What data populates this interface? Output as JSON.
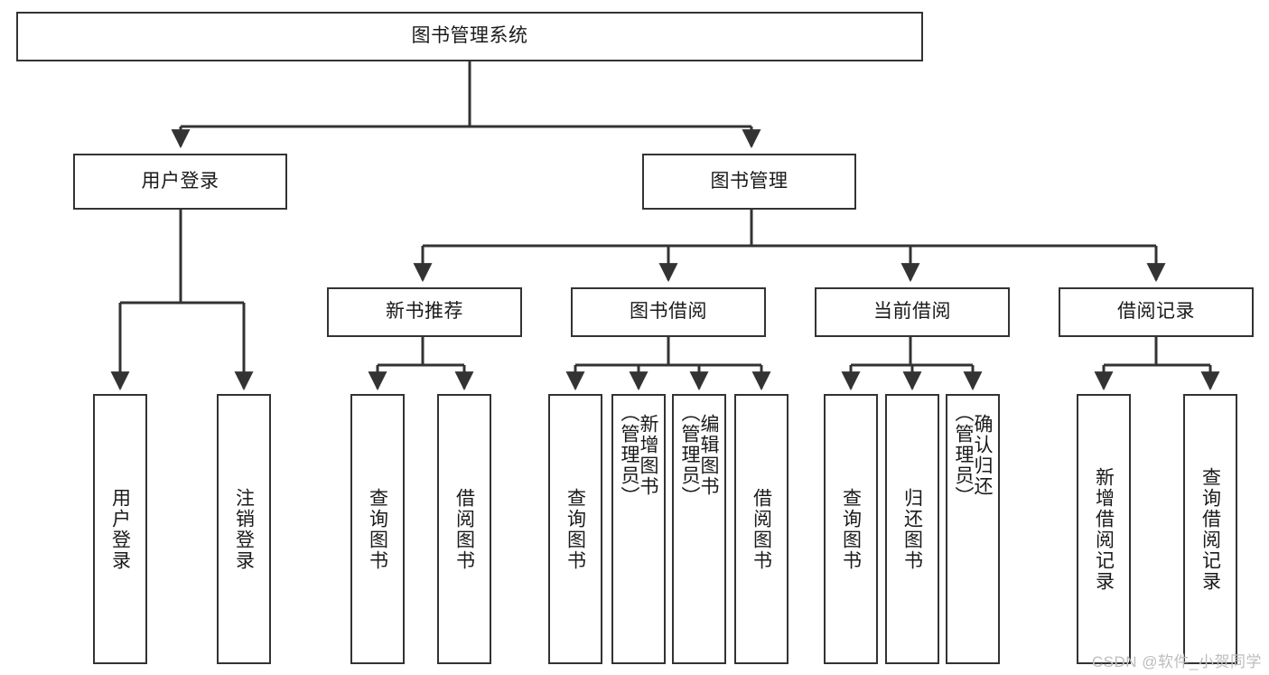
{
  "diagram": {
    "title": "图书管理系统",
    "type": "tree-hierarchy-diagram",
    "colors": {
      "box_border": "#333333",
      "box_fill": "#ffffff",
      "edge": "#333333",
      "text": "#1a1a1a",
      "watermark": "#bdbdbd"
    },
    "root": {
      "label": "图书管理系统"
    },
    "level2": [
      {
        "label": "用户登录"
      },
      {
        "label": "图书管理"
      }
    ],
    "level3": [
      {
        "label": "新书推荐"
      },
      {
        "label": "图书借阅"
      },
      {
        "label": "当前借阅"
      },
      {
        "label": "借阅记录"
      }
    ],
    "leaves": {
      "user_login": [
        {
          "label": "用户登录"
        },
        {
          "label": "注销登录"
        }
      ],
      "new_book_recommend": [
        {
          "label": "查询图书"
        },
        {
          "label": "借阅图书"
        }
      ],
      "book_borrow": [
        {
          "label": "查询图书"
        },
        {
          "label": "新增图书\n（管理员）"
        },
        {
          "label": "编辑图书\n（管理员）"
        },
        {
          "label": "借阅图书"
        }
      ],
      "current_borrow": [
        {
          "label": "查询图书"
        },
        {
          "label": "归还图书"
        },
        {
          "label": "确认归还\n（管理员）"
        }
      ],
      "borrow_record": [
        {
          "label": "新增借阅记录"
        },
        {
          "label": "查询借阅记录"
        }
      ]
    }
  },
  "watermark": {
    "text": "CSDN @软件_小贺同学"
  }
}
